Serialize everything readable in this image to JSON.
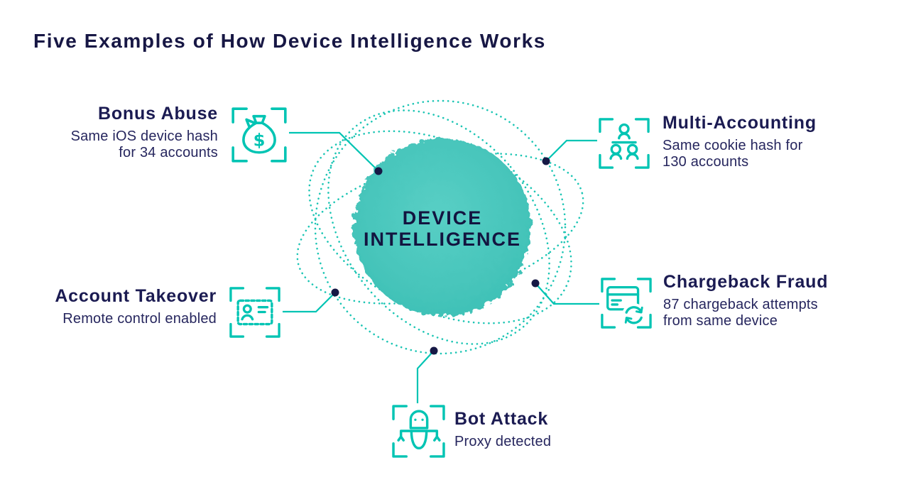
{
  "title": "Five Examples of How Device Intelligence Works",
  "center": {
    "line1": "DEVICE",
    "line2": "INTELLIGENCE"
  },
  "colors": {
    "teal_accent": "#00C4B3",
    "orbit_teal": "#1CC5B4",
    "circle_fill": "#47C6BC",
    "heading_navy": "#1B1B52",
    "body_navy": "#26265E",
    "node_dot_navy": "#161845"
  },
  "callouts": {
    "bonus_abuse": {
      "title": "Bonus Abuse",
      "lines": [
        "Same iOS device hash",
        "for 34 accounts"
      ],
      "icon": "money-bag-icon"
    },
    "multi_accounting": {
      "title": "Multi-Accounting",
      "lines": [
        "Same cookie hash for",
        "130 accounts"
      ],
      "icon": "multi-users-icon"
    },
    "account_takeover": {
      "title": "Account Takeover",
      "lines": [
        "Remote control enabled"
      ],
      "icon": "id-card-icon"
    },
    "chargeback_fraud": {
      "title": "Chargeback Fraud",
      "lines": [
        "87 chargeback attempts",
        "from same device"
      ],
      "icon": "card-refresh-icon"
    },
    "bot_attack": {
      "title": "Bot Attack",
      "lines": [
        "Proxy detected"
      ],
      "icon": "robot-icon"
    }
  }
}
